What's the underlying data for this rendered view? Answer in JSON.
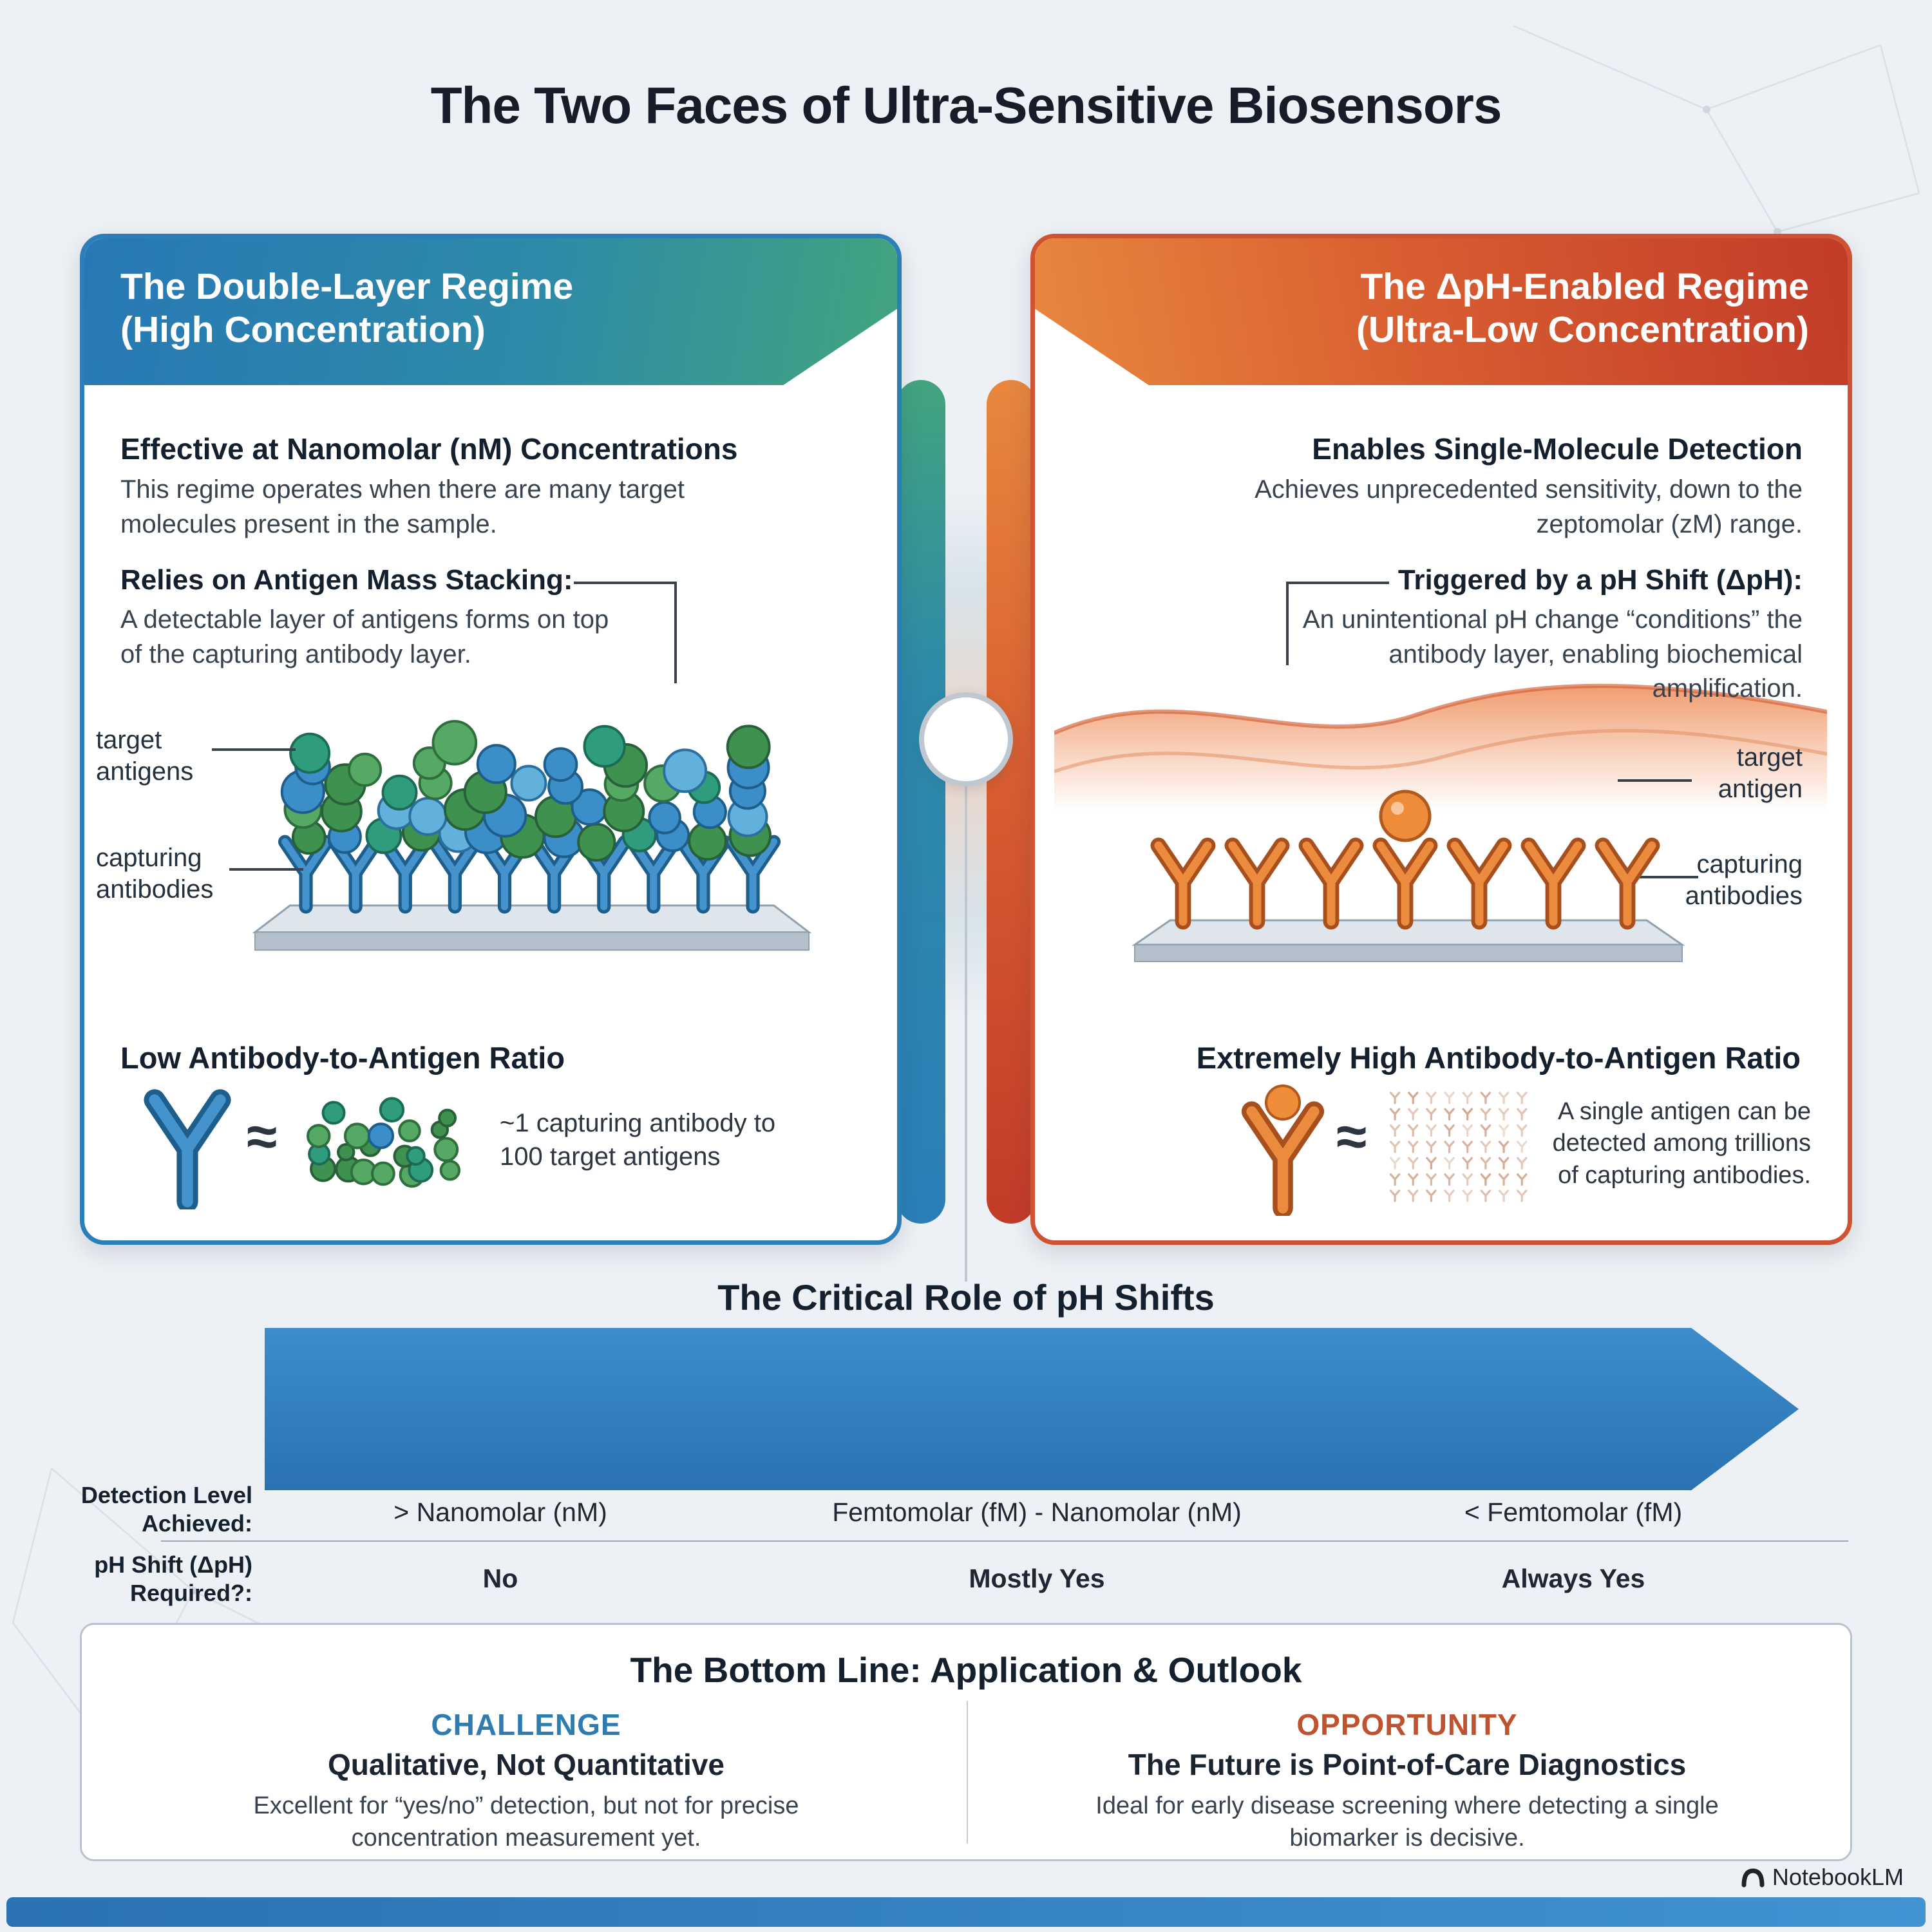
{
  "title": "The Two Faces of Ultra-Sensitive Biosensors",
  "left": {
    "header1": "The Double-Layer Regime",
    "header2": "(High Concentration)",
    "s1_title": "Effective at Nanomolar (nM) Concentrations",
    "s1_body": "This regime operates when there are many target molecules present in the sample.",
    "s2_title": "Relies on Antigen Mass Stacking:",
    "s2_body": "A detectable layer of antigens forms on top of the capturing antibody layer.",
    "label_target": "target antigens",
    "label_capturing": "capturing antibodies",
    "ratio_title": "Low Antibody-to-Antigen Ratio",
    "approx": "≈",
    "ratio_caption": "~1 capturing antibody to 100 target antigens"
  },
  "right": {
    "header1": "The ΔpH-Enabled Regime",
    "header2": "(Ultra-Low Concentration)",
    "s1_title": "Enables Single-Molecule Detection",
    "s1_body": "Achieves unprecedented sensitivity, down to the zeptomolar (zM) range.",
    "s2_title": "Triggered by a pH Shift (ΔpH):",
    "s2_body": "An unintentional pH change “conditions” the antibody layer, enabling biochemical amplification.",
    "label_target": "target antigen",
    "label_capturing": "capturing antibodies",
    "ratio_title": "Extremely High Antibody-to-Antigen Ratio",
    "approx": "≈",
    "ratio_caption": "A single antigen can be detected among trillions of capturing antibodies."
  },
  "scale": {
    "title": "The Critical Role of pH Shifts",
    "rows": [
      {
        "label": "Detection Level Achieved:",
        "values": [
          "> Nanomolar (nM)",
          "Femtomolar (fM) - Nanomolar (nM)",
          "< Femtomolar (fM)"
        ]
      },
      {
        "label": "pH Shift (ΔpH) Required?:",
        "values": [
          "No",
          "Mostly Yes",
          "Always Yes"
        ]
      }
    ]
  },
  "bottom": {
    "title": "The Bottom Line: Application & Outlook",
    "challenge": {
      "label": "CHALLENGE",
      "title": "Qualitative, Not Quantitative",
      "body": "Excellent for “yes/no” detection, but not for precise concentration measurement yet."
    },
    "opportunity": {
      "label": "OPPORTUNITY",
      "title": "The Future is Point-of-Care Diagnostics",
      "body": "Ideal for early disease screening where detecting a single biomarker is decisive."
    }
  },
  "brand": "NotebookLM",
  "colors": {
    "blue": "#2b7fb8",
    "teal": "#43a47e",
    "orange": "#e8873f",
    "red": "#c23b28",
    "arrow_blue": "#2f81c2",
    "challenge": "#2d7db3",
    "opportunity": "#c0532f"
  }
}
